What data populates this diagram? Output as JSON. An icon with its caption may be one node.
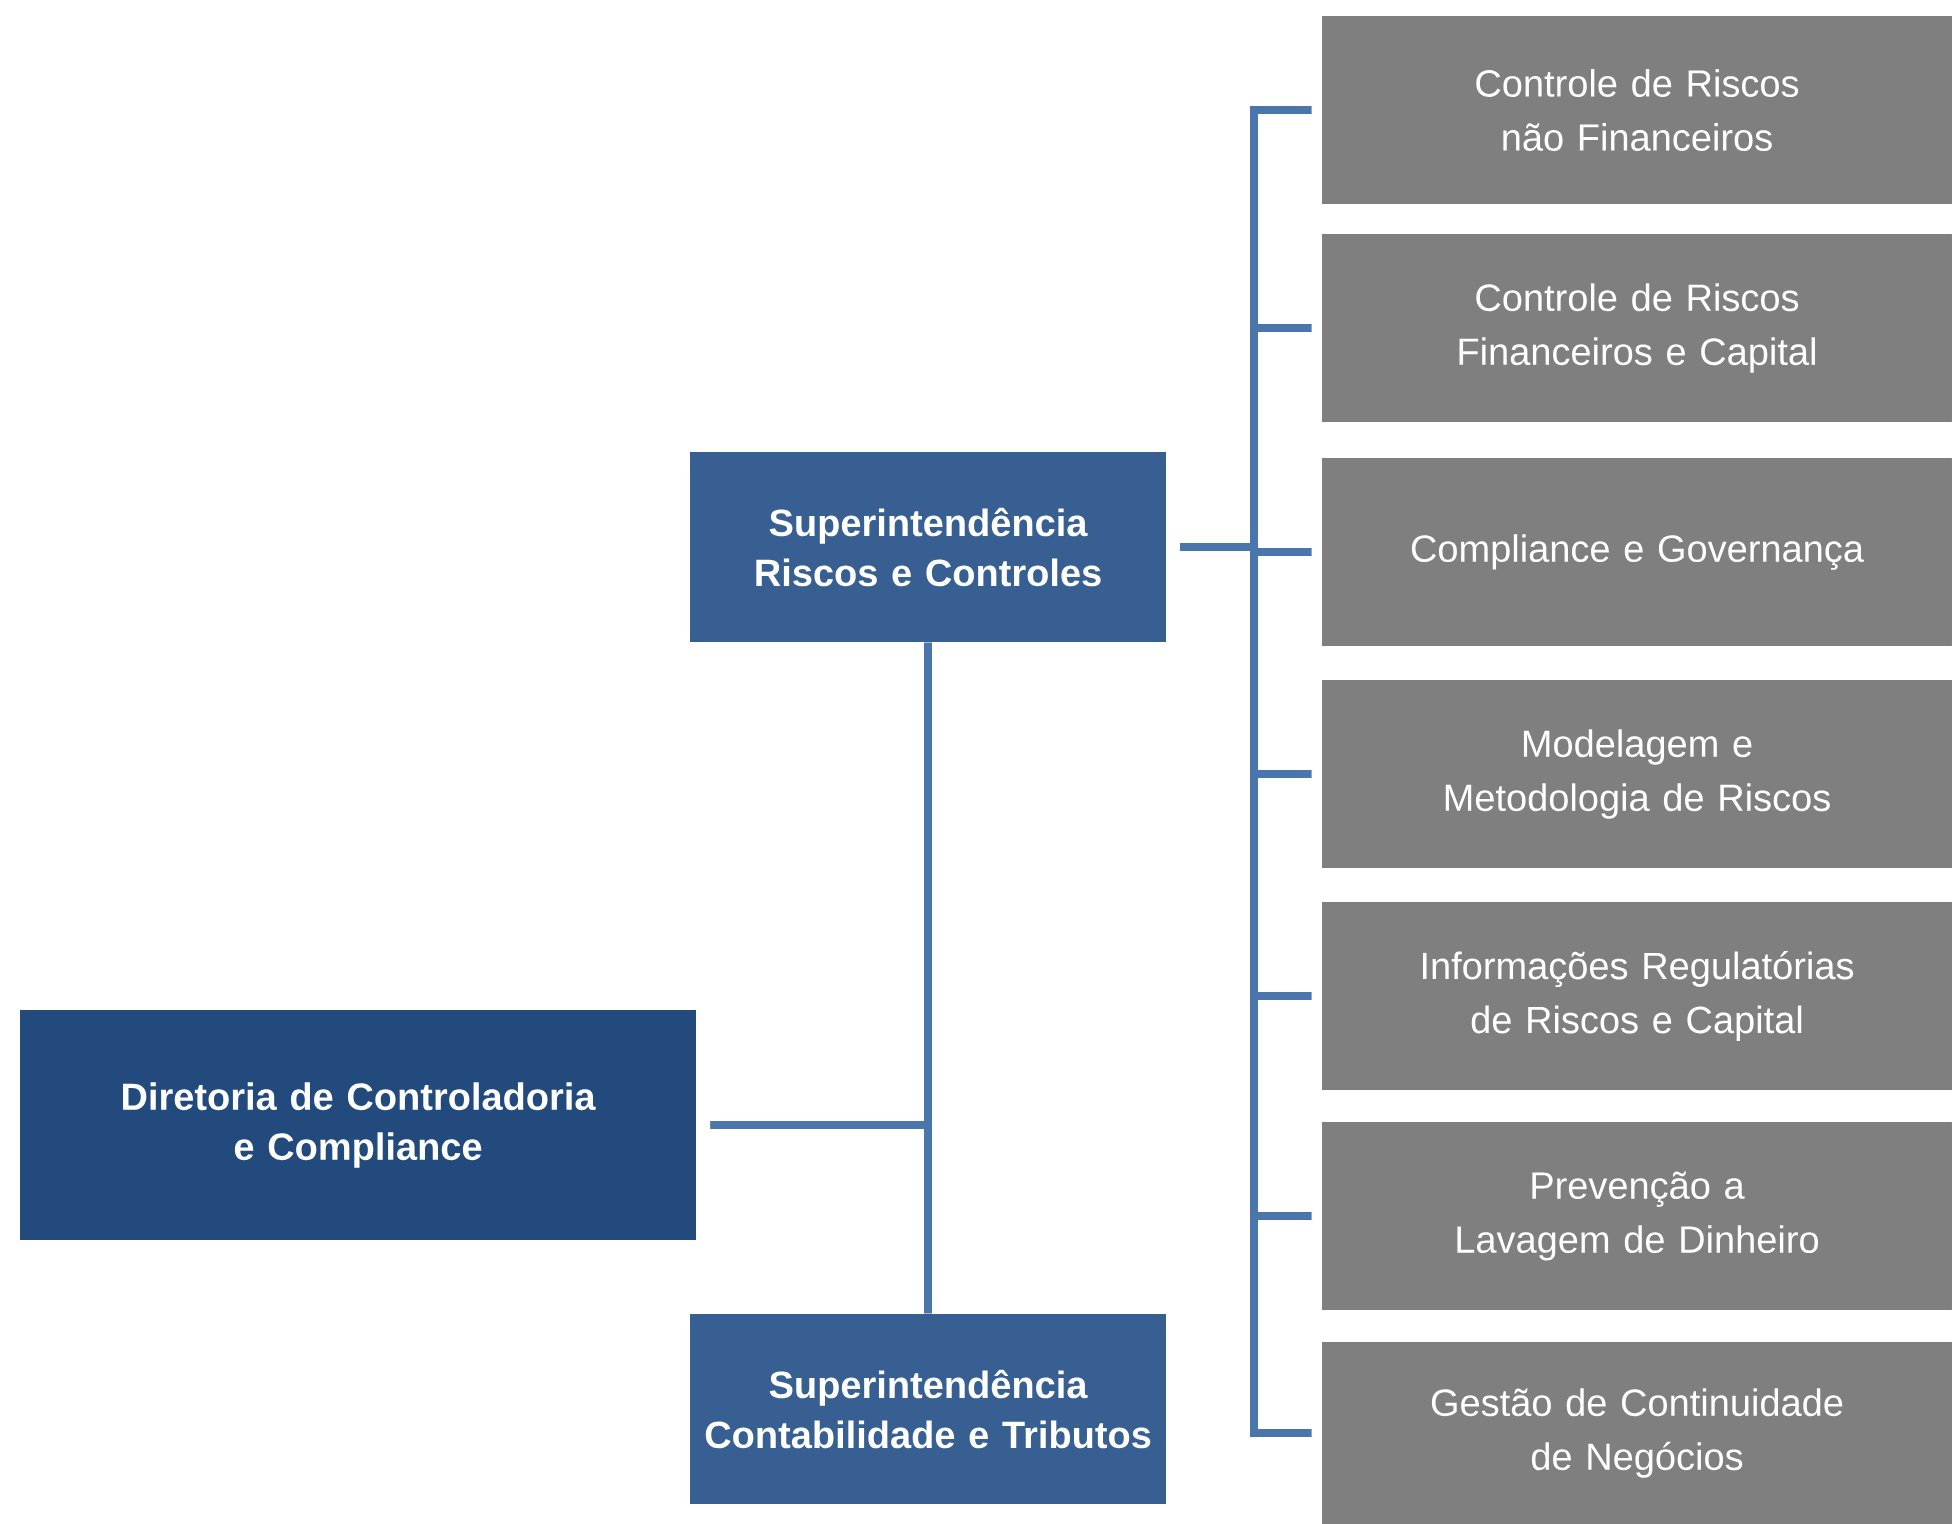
{
  "diagram": {
    "nodes": [
      {
        "text": [
          "Diretoria de Controladoria e Compliance"
        ]
      },
      {
        "text": [
          "Superintendência Riscos e Controles"
        ]
      },
      {
        "text": [
          "Superintendência Contabilidade e Tributos"
        ]
      },
      {
        "text": [
          "Controle de Riscos não Financeiros"
        ]
      },
      {
        "text": [
          "Controle de Riscos Financeiros e Capital"
        ]
      },
      {
        "text": [
          "Compliance e Governança"
        ]
      },
      {
        "text": [
          "Modelagem e Metodologia de Riscos"
        ]
      },
      {
        "text": [
          "Informações Regulatórias de Riscos e Capital"
        ]
      },
      {
        "text": [
          "Prevenção a Lavagem de Dinheiro"
        ]
      },
      {
        "text": [
          "Gestão de Continuidade de Negócios"
        ]
      }
    ],
    "edges": [
      {
        "from": 0,
        "to": 1,
        "arrow": "none"
      },
      {
        "from": 0,
        "to": 2,
        "arrow": "none"
      },
      {
        "from": 1,
        "to": 3,
        "arrow": "none"
      },
      {
        "from": 1,
        "to": 4,
        "arrow": "none"
      },
      {
        "from": 1,
        "to": 5,
        "arrow": "none"
      },
      {
        "from": 1,
        "to": 6,
        "arrow": "none"
      },
      {
        "from": 1,
        "to": 7,
        "arrow": "none"
      },
      {
        "from": 1,
        "to": 8,
        "arrow": "none"
      },
      {
        "from": 1,
        "to": 9,
        "arrow": "none"
      }
    ]
  }
}
